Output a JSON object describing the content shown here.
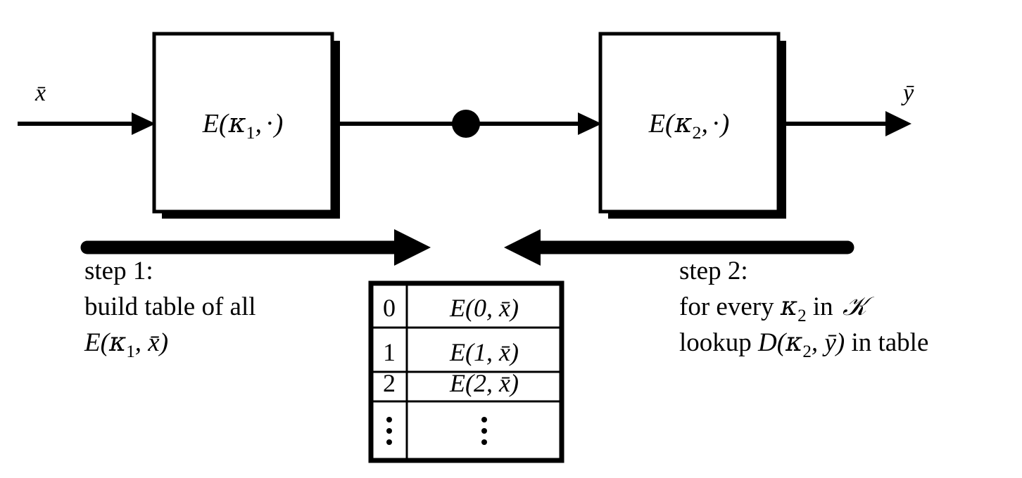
{
  "figure": {
    "title": "Double encryption meet-in-the-middle attack diagram",
    "background_color": "#ffffff",
    "ink_color": "#000000"
  },
  "pipeline": {
    "input_label": "x̄",
    "output_label": "ȳ",
    "blocks": [
      {
        "id": "enc1",
        "label_prefix": "E(",
        "label_key": "κ",
        "label_sub": "1",
        "label_suffix": ", ·)",
        "full_label": "E(κ₁, ·)"
      },
      {
        "id": "enc2",
        "label_prefix": "E(",
        "label_key": "κ",
        "label_sub": "2",
        "label_suffix": ", ·)",
        "full_label": "E(κ₂, ·)"
      }
    ],
    "junction_dot": {
      "present": true,
      "meaning": "intermediate-value-tap"
    }
  },
  "steps": [
    {
      "id": "step1",
      "arrow_direction": "right",
      "lines": [
        "step 1:",
        "build table of all",
        "E(κ₁, x̄)"
      ],
      "line3_parts": {
        "prefix": "E(",
        "key": "κ",
        "sub": "1",
        "mid": ", ",
        "arg": "x̄",
        "suffix": ")"
      }
    },
    {
      "id": "step2",
      "arrow_direction": "left",
      "lines": [
        "step 2:",
        "for every κ₂ in 𝒦",
        "lookup D(κ₂, ȳ) in table"
      ],
      "line2_parts": {
        "prefix": "for every ",
        "key": "κ",
        "sub": "2",
        "mid": " in ",
        "set": "𝒦"
      },
      "line3_parts": {
        "prefix": "lookup D(",
        "key": "κ",
        "sub": "2",
        "mid": ", ",
        "arg": "ȳ",
        "suffix": ") in table"
      }
    }
  ],
  "table": {
    "columns": [
      "index",
      "value"
    ],
    "rows": [
      {
        "index": "0",
        "value_prefix": "E(",
        "value_arg": "0",
        "value_mid": ", ",
        "value_var": "x̄",
        "value_suffix": ")",
        "value_full": "E(0, x̄)"
      },
      {
        "index": "1",
        "value_prefix": "E(",
        "value_arg": "1",
        "value_mid": ", ",
        "value_var": "x̄",
        "value_suffix": ")",
        "value_full": "E(1, x̄)"
      },
      {
        "index": "2",
        "value_prefix": "E(",
        "value_arg": "2",
        "value_mid": ", ",
        "value_var": "x̄",
        "value_suffix": ")",
        "value_full": "E(2, x̄)"
      },
      {
        "index": "⋮",
        "value_full": "⋮",
        "is_ellipsis": true
      }
    ]
  }
}
